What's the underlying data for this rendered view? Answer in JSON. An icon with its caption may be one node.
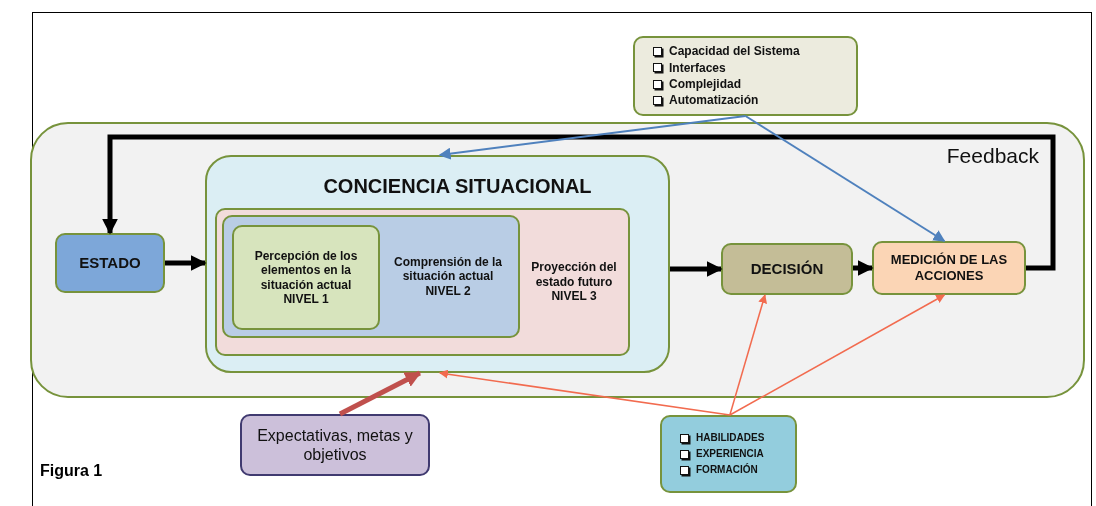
{
  "diagram": {
    "nodes": [
      {
        "text": [
          "Capacidad del Sistema",
          "Interfaces",
          "Complejidad",
          "Automatización"
        ]
      },
      {
        "text": [
          "Feedback"
        ]
      },
      {
        "text": [
          "ESTADO"
        ],
        "in": 1
      },
      {
        "text": [
          "CONCIENCIA SITUACIONAL"
        ],
        "in": 1
      },
      {
        "text": [
          "Proyección del estado futuro",
          "NIVEL 3"
        ],
        "in": 3
      },
      {
        "text": [
          "Comprensión de la situación actual",
          "NIVEL 2"
        ],
        "in": 4
      },
      {
        "text": [
          "Percepción de los elementos en la situación actual",
          "NIVEL 1"
        ],
        "in": 5
      },
      {
        "text": [
          "DECISIÓN"
        ],
        "in": 1
      },
      {
        "text": [
          "MEDICIÓN DE LAS ACCIONES"
        ],
        "in": 1
      },
      {
        "text": [
          "Expectativas, metas y objetivos"
        ]
      },
      {
        "text": [
          "HABILIDADES",
          "EXPERIENCIA",
          "FORMACIÓN"
        ]
      }
    ],
    "edges": [
      {
        "from": 8,
        "to": 2,
        "arrow": "to",
        "style": "thick"
      },
      {
        "from": 2,
        "to": 3,
        "arrow": "to",
        "style": "thick"
      },
      {
        "from": 3,
        "to": 7,
        "arrow": "to",
        "style": "thick"
      },
      {
        "from": 7,
        "to": 8,
        "arrow": "to",
        "style": "thick"
      },
      {
        "from": 0,
        "to": 3,
        "arrow": "to",
        "color": "#4f81bd"
      },
      {
        "from": 0,
        "to": 8,
        "arrow": "to",
        "color": "#4f81bd"
      },
      {
        "from": 9,
        "to": 3,
        "arrow": "to",
        "style": "thick",
        "color": "#c0504d"
      },
      {
        "from": 10,
        "to": 3,
        "arrow": "to",
        "color": "#f26b4f"
      },
      {
        "from": 10,
        "to": 7,
        "arrow": "to",
        "color": "#f26b4f"
      },
      {
        "from": 10,
        "to": 8,
        "arrow": "to",
        "color": "#f26b4f"
      }
    ],
    "labels": [
      "Figura 1"
    ]
  }
}
